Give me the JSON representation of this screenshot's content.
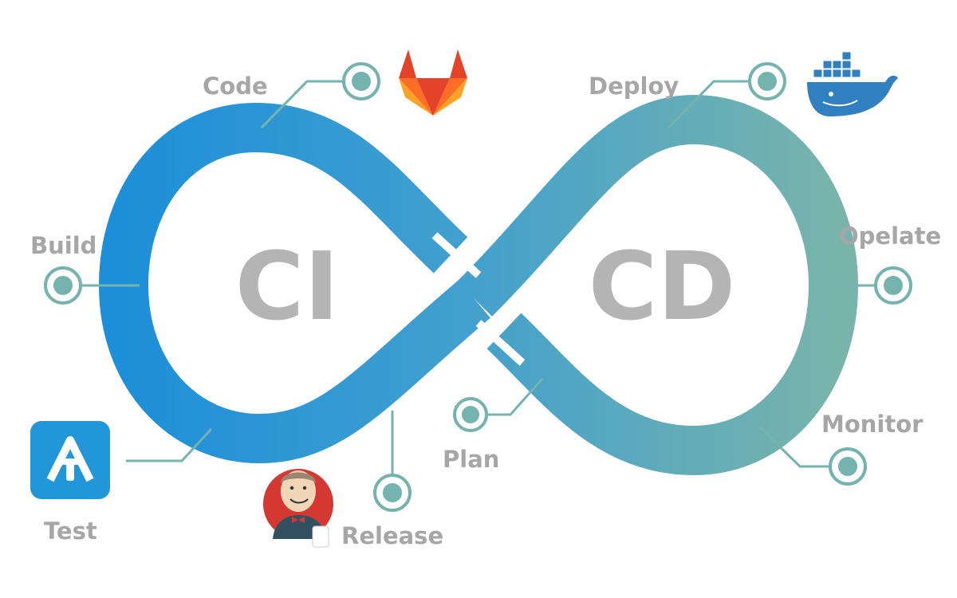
{
  "center_labels": {
    "ci": "CI",
    "cd": "CD"
  },
  "stages": {
    "code": "Code",
    "build": "Build",
    "test": "Test",
    "release": "Release",
    "plan": "Plan",
    "deploy": "Deploy",
    "operate": "Opelate",
    "monitor": "Monitor"
  },
  "colors": {
    "loop_left": "#1e90d6",
    "loop_right": "#75b3ae",
    "connector": "#75b3ae",
    "label": "#a6a6a6",
    "center_text": "#b4b4b4"
  },
  "icons": {
    "code": "gitlab-logo-icon",
    "deploy": "docker-whale-icon",
    "test": "test-app-icon",
    "release": "jenkins-butler-icon"
  }
}
